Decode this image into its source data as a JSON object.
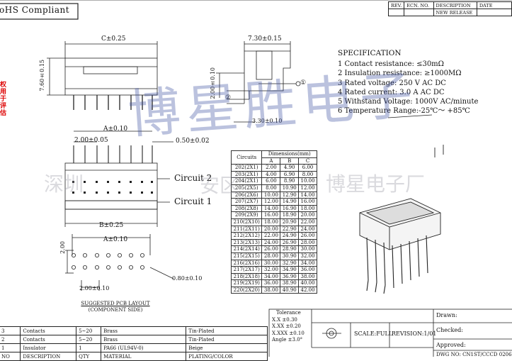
{
  "header": {
    "rohs": "oHS Compliant",
    "side_stamp": "权用于评估"
  },
  "revision_table": {
    "headers": [
      "REV.",
      "ECN. NO.",
      "DESCRIPTION",
      "DATE"
    ],
    "row": [
      "",
      "",
      "NEW RELEASE",
      ""
    ]
  },
  "dimensions": {
    "c": "C±0.25",
    "h760": "7.60±0.15",
    "w730": "7.30±0.15",
    "h200": "2.00±0.10",
    "r330": "3.30±0.10",
    "a": "A±0.10",
    "p200": "2.00±0.05",
    "p050": "0.50±0.02",
    "b": "B±0.25",
    "a2": "A±0.10",
    "v200": "2.00",
    "p200b": "2.00±0.10",
    "hole": "0.80±0.10",
    "callout1": "①",
    "callout2": "②"
  },
  "circuit_labels": {
    "c2": "Circuit 2",
    "c1": "Circuit 1"
  },
  "pcb_layout": {
    "line1": "SUGGESTED PCB LAYOUT",
    "line2": "(COMPONENT SIDE)"
  },
  "specification": {
    "title": "SPECIFICATION",
    "items": [
      "1 Contact resistance: ≤30mΩ",
      "2 Insulation resistance: ≥1000MΩ",
      "3 Rated voltage: 250 V AC DC",
      "4 Rated current: 3.0 A AC DC",
      "5 Withstand Voltage: 1000V AC/minute",
      "6 Temperature Range:-25℃～ +85℃"
    ]
  },
  "dim_table": {
    "col_circuits": "Circuits",
    "col_dims": "Dimensions(mm)",
    "sub": [
      "A",
      "B",
      "C"
    ],
    "rows": [
      [
        "202(2X1)",
        "2.00",
        "4.90",
        "6.00"
      ],
      [
        "203(2X1)",
        "4.00",
        "6.90",
        "8.00"
      ],
      [
        "204(2X1)",
        "6.00",
        "8.90",
        "10.00"
      ],
      [
        "205(2X5)",
        "8.00",
        "10.90",
        "12.00"
      ],
      [
        "206(2X6)",
        "10.00",
        "12.90",
        "14.00"
      ],
      [
        "207(2X7)",
        "12.00",
        "14.90",
        "16.00"
      ],
      [
        "208(2X8)",
        "14.00",
        "16.90",
        "18.00"
      ],
      [
        "209(2X9)",
        "16.00",
        "18.90",
        "20.00"
      ],
      [
        "210(2X10)",
        "18.00",
        "20.90",
        "22.00"
      ],
      [
        "211(2X11)",
        "20.00",
        "22.90",
        "24.00"
      ],
      [
        "212(2X12)",
        "22.00",
        "24.90",
        "26.00"
      ],
      [
        "213(2X13)",
        "24.00",
        "26.90",
        "28.00"
      ],
      [
        "214(2X14)",
        "26.00",
        "28.90",
        "30.00"
      ],
      [
        "215(2X15)",
        "28.00",
        "30.90",
        "32.00"
      ],
      [
        "216(2X16)",
        "30.00",
        "32.90",
        "34.00"
      ],
      [
        "217(2X17)",
        "32.00",
        "34.90",
        "36.00"
      ],
      [
        "218(2X18)",
        "34.00",
        "36.90",
        "38.00"
      ],
      [
        "219(2X19)",
        "36.00",
        "38.90",
        "40.00"
      ],
      [
        "220(2X20)",
        "38.00",
        "40.90",
        "42.00"
      ]
    ]
  },
  "bom": {
    "rows": [
      [
        "3",
        "Contacts",
        "5~20",
        "Brass",
        "Tin-Plated"
      ],
      [
        "2",
        "Contacts",
        "5~20",
        "Brass",
        "Tin-Plated"
      ],
      [
        "1",
        "Insulator",
        "1",
        "PA66 (UL94V-0)",
        "Beige"
      ],
      [
        "NO",
        "DESCRIPTION",
        "QTY",
        "MATERIAL",
        "PLATING/COLOR"
      ]
    ]
  },
  "title_block": {
    "tolerance": "Tolerance",
    "tol_rows": [
      "X.X    ±0.30",
      "X.XX  ±0.20",
      "X.XXX ±0.10",
      "Angle ±3.0°"
    ],
    "scale": "SCALE:FULL",
    "revision": "REVISION:1/01",
    "drawn": "Drawn:",
    "checked": "Checked:",
    "approved": "Approved:",
    "dwg_no": "DWG NO: CN1ST/CCCD 0206"
  },
  "watermark": {
    "blue": "博星胜电子",
    "gray_left": "深圳",
    "gray_mid": "安区",
    "gray_right": "博星电子厂"
  }
}
